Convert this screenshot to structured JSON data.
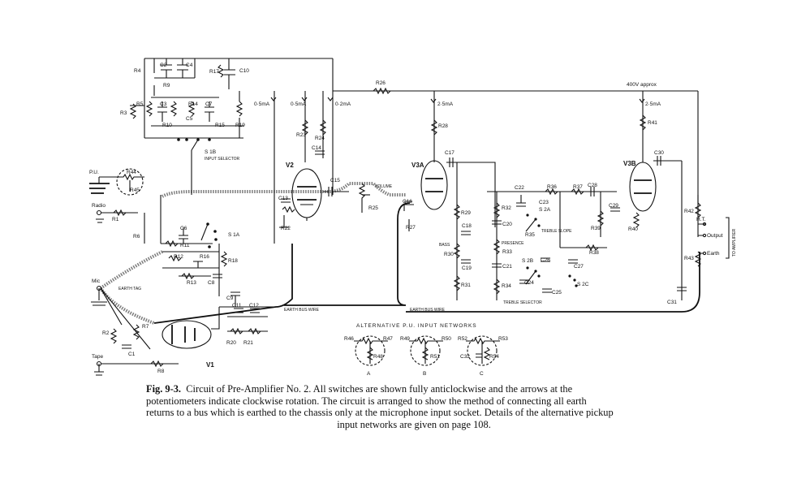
{
  "figure": {
    "caption_label": "Fig. 9-3.",
    "caption_lines": [
      "Circuit of Pre-Amplifier No. 2. All switches are shown fully anticlockwise and the arrows at the",
      "potentiometers indicate clockwise rotation. The circuit is arranged to show the method of connecting all earth",
      "returns to a bus which is earthed to the chassis only at the microphone input socket. Details of the alternative pickup",
      "input networks are given on page 108."
    ]
  },
  "labels": {
    "pu": "P.U.",
    "radio": "Radio",
    "mic": "Mic",
    "tape": "Tape",
    "earth_tag": "EARTH TAG",
    "s1b": "S 1B",
    "input_selector": "INPUT SELECTOR",
    "s1a": "S 1A",
    "v1": "V1",
    "v2": "V2",
    "v3a": "V3A",
    "v3b": "V3B",
    "volume": "VOLUME",
    "bass": "BASS",
    "presence": "PRESENCE",
    "treble_slope": "TREBLE SLOPE",
    "treble_selector": "TREBLE SELECTOR",
    "earth_bus_wire": "EARTH BUS WIRE",
    "supply": "400V approx",
    "ht": "H.T.",
    "output": "Output",
    "earth": "Earth",
    "to_amplifier": "TO AMPLIFIER",
    "i1": "0·5mA",
    "i2": "0·5mA",
    "i3": "0·2mA",
    "i4": "2·5mA",
    "i5": "2·5mA",
    "alt_title": "ALTERNATIVE P.U. INPUT NETWORKS",
    "alt_a": "A",
    "alt_b": "B",
    "alt_c": "C",
    "s2a": "S 2A",
    "s2b": "S 2B",
    "s2c": "S 2C"
  },
  "components": {
    "r2": "R2",
    "r3": "R3",
    "r4": "R4",
    "r5": "R5",
    "r6": "R6",
    "r7": "R7",
    "r8": "R8",
    "r9": "R9",
    "r10": "R10",
    "r11": "R11",
    "r12": "R12",
    "r13": "R13",
    "r14": "R14",
    "r15": "R15",
    "r16": "R16",
    "r17": "R17",
    "r18": "R18",
    "r19": "R19",
    "r20": "R20",
    "r21": "R21",
    "r22": "R22",
    "r23": "R23",
    "r24": "R24",
    "r25": "R25",
    "r26": "R26",
    "r27": "R27",
    "r28": "R28",
    "r29": "R29",
    "r30": "R30",
    "r31": "R31",
    "r32": "R32",
    "r33": "R33",
    "r34": "R34",
    "r35": "R35",
    "r36": "R36",
    "r37": "R37",
    "r38": "R38",
    "r39": "R39",
    "r40": "R40",
    "r41": "R41",
    "r42": "R42",
    "r43": "R43",
    "r44": "R44",
    "r45": "R45",
    "r1": "R1",
    "r46": "R46",
    "r47": "R47",
    "r48": "R48",
    "r49": "R49",
    "r50": "R50",
    "r51": "R51",
    "r52": "R52",
    "r53": "R53",
    "r54": "R54",
    "c1": "C1",
    "c2": "C2",
    "c3": "C3",
    "c4": "C4",
    "c5": "C5",
    "c6": "C6",
    "c7": "C7",
    "c8": "C8",
    "c9": "C9",
    "c10": "C10",
    "c11": "C11",
    "c12": "C12",
    "c13": "C13",
    "c14": "C14",
    "c15": "C15",
    "c16": "C16",
    "c17": "C17",
    "c18": "C18",
    "c19": "C19",
    "c20": "C20",
    "c21": "C21",
    "c22": "C22",
    "c23": "C23",
    "c24": "C24",
    "c25": "C25",
    "c26": "C26",
    "c27": "C27",
    "c28": "C28",
    "c29": "C29",
    "c30": "C30",
    "c31": "C31",
    "c32": "C32"
  }
}
